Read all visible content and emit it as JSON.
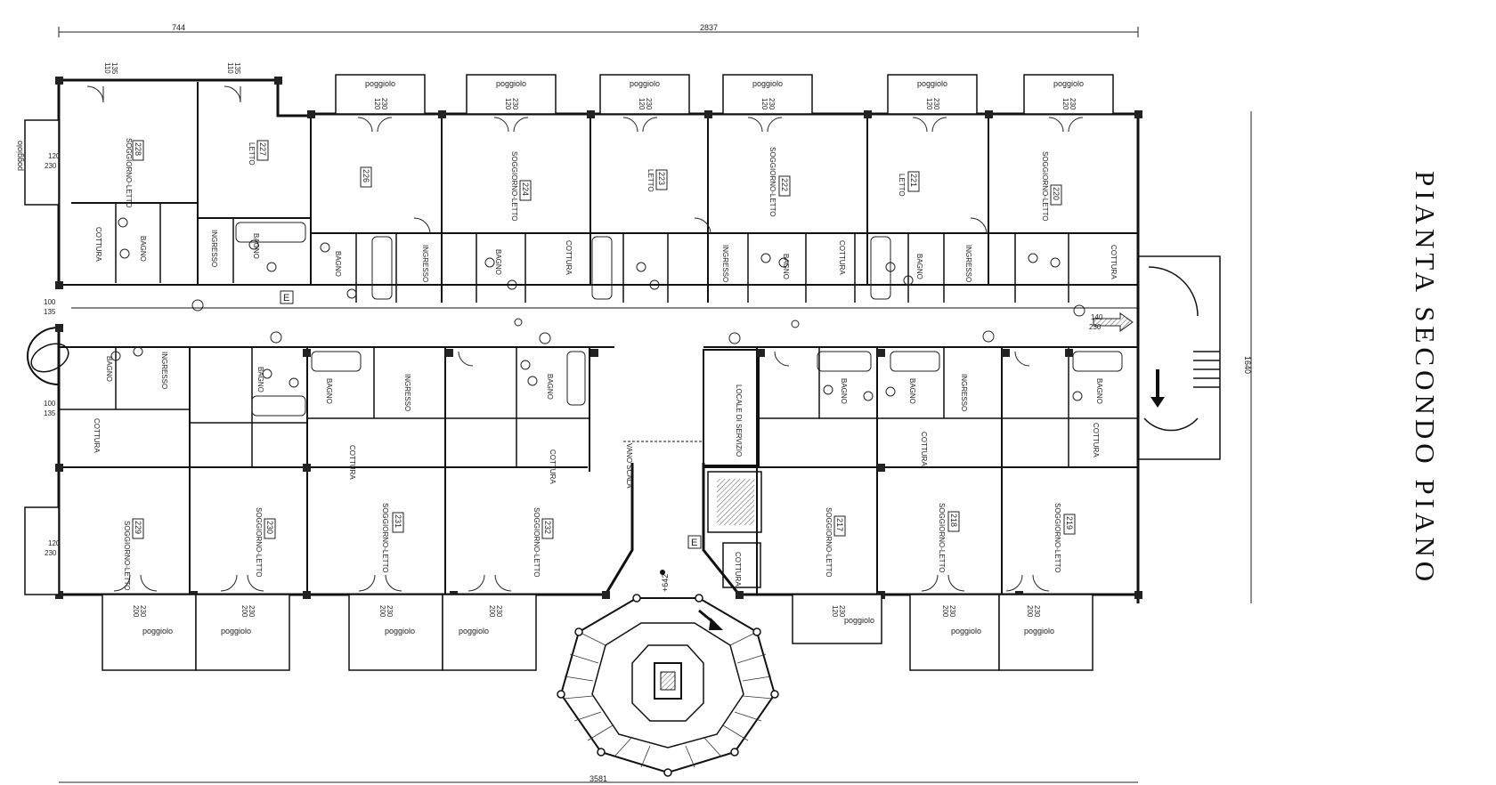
{
  "dimensions": {
    "top_left": "744",
    "top_total": "2837",
    "bottom_total": "3581",
    "right_height": "1640"
  },
  "title": "PIANTA SECONDO PIANO",
  "balcony_label": "poggiolo",
  "room_labels": {
    "living_bedroom": "SOGGIORNO-LETTO",
    "bedroom": "LETTO",
    "bath": "BAGNO",
    "entrance": "INGRESSO",
    "kitchen": "COTTURA",
    "service": "LOCALE DI SERVIZIO",
    "stair": "VANO SCALA"
  },
  "north_units": [
    "228",
    "227",
    "226",
    "224",
    "223",
    "222",
    "221",
    "220"
  ],
  "south_units": [
    "229",
    "230",
    "231",
    "232",
    "217",
    "218",
    "219"
  ],
  "opening_sizes": {
    "window_top": "110",
    "window_bottom": "135",
    "door_top": "120",
    "door_bottom": "230",
    "big_door_top": "200",
    "big_door_bottom": "230",
    "corridor_top": "100",
    "corridor_bottom": "135",
    "east_top": "140",
    "east_bottom": "230"
  },
  "markers": {
    "elevator": "E",
    "level": "+642"
  }
}
